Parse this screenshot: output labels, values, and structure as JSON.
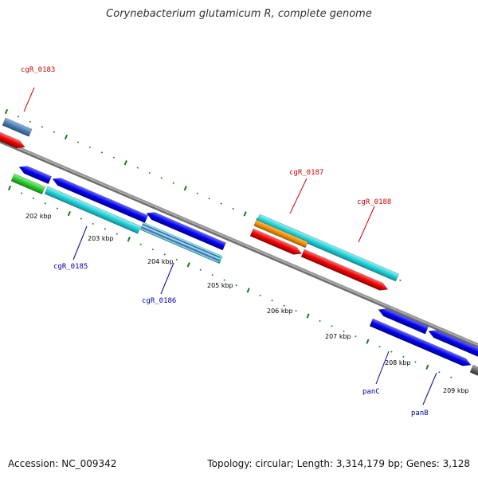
{
  "title": "Corynebacterium glutamicum R, complete genome",
  "accession_label": "Accession: NC_009342",
  "summary_label": "Topology: circular; Length: 3,314,179 bp; Genes: 3,128",
  "colors": {
    "backbone": "#8a8a8a",
    "tick": "#1b7a1b",
    "label_red": "#cc0000",
    "label_blue": "#0000aa"
  },
  "scale_labels": [
    "202 kbp",
    "203 kbp",
    "204 kbp",
    "205 kbp",
    "206 kbp",
    "207 kbp",
    "208 kbp",
    "209 kbp"
  ],
  "gene_labels": [
    "cgR_0183",
    "cgR_0185",
    "cgR_0186",
    "cgR_0187",
    "cgR_0188",
    "panC",
    "panB"
  ]
}
